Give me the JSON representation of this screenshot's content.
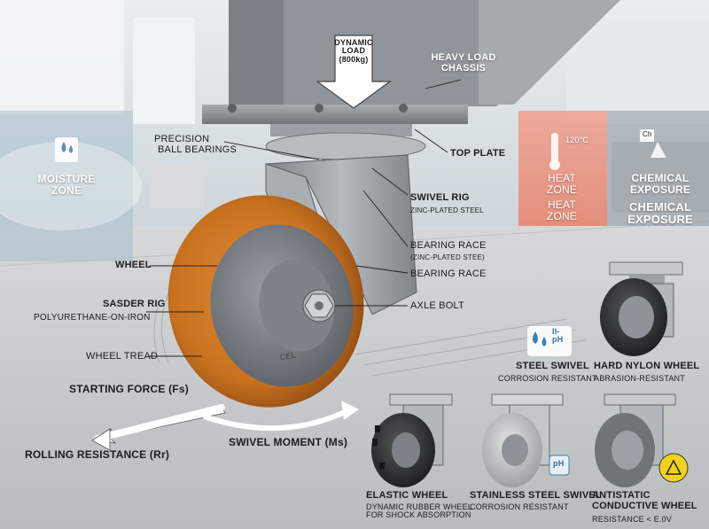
{
  "colors": {
    "wheel_orange": "#c8711f",
    "steel": "#9ea3a8",
    "heat_zone": "#e8826b",
    "moisture_zone": "#a9bfcc",
    "chemical_zone": "#8f979e",
    "floor": "#c9cbcc"
  },
  "main": {
    "dynamic_load": [
      "DYNAMIC",
      "LOAD",
      "(800kg)"
    ],
    "heavy_load_chassis": [
      "HEAVY LOAD",
      "CHASSIS"
    ],
    "precision_bearings": [
      "PRECISION",
      "BALL BEARINGS"
    ],
    "top_plate": "TOP PLATE",
    "swivel_rig": "SWIVEL RIG",
    "swivel_rig_sub": "ZINC-PLATED STEEL",
    "bearing_race_1": "BEARING RACE",
    "bearing_race_1_sub": "(ZINC-PLATED STEE)",
    "bearing_race_2": "BEARING RACE",
    "axle_bolt": "AXLE BOLT",
    "wheel": "WHEEL",
    "sasder_rig": "SASDER RIG",
    "sasder_rig_sub": "POLYURETHANE-ON-IRON",
    "wheel_tread": "WHEEL TREAD",
    "starting_force": "STARTING FORCE (Fs)",
    "rolling_resistance": "ROLLING RESISTANCE (Rr)",
    "swivel_moment": "SWIVEL MOMENT (Ms)",
    "wheel_mark": "CEL"
  },
  "zones": {
    "moisture": [
      "MOISTURE",
      "ZONE"
    ],
    "heat_temp": "120°C",
    "heat_1": [
      "HEAT",
      "ZONE"
    ],
    "heat_2": [
      "HEAT",
      "ZONE"
    ],
    "chem_badge": "Ch",
    "chemical_1": [
      "CHEMICAL",
      "EXPOSURE"
    ],
    "chemical_2": [
      "CHEMICAL",
      "EXPOSURE"
    ]
  },
  "variants": {
    "ph_badge_1": [
      "II-",
      "pH"
    ],
    "ph_badge_2": "pH",
    "steel_swivel": {
      "title": "STEEL SWIVEL",
      "sub": "CORROSION RESISTANT"
    },
    "hard_nylon": {
      "title": "HARD NYLON WHEEL",
      "sub": "ABRASION-RESISTANT"
    },
    "elastic": {
      "title": "ELASTIC WHEEL",
      "sub": [
        "DYNAMIC RUBBER WHEEL",
        "FOR SHOCK ABSORPTION"
      ]
    },
    "stainless": {
      "title": "STAINLESS STEEL SWIVEL",
      "sub": "CORROSION RESISTANT"
    },
    "antistatic": {
      "title": [
        "ANTISTATIC",
        "CONDUCTIVE WHEEL"
      ],
      "sub": "RESISTANCE < E.0V"
    }
  }
}
